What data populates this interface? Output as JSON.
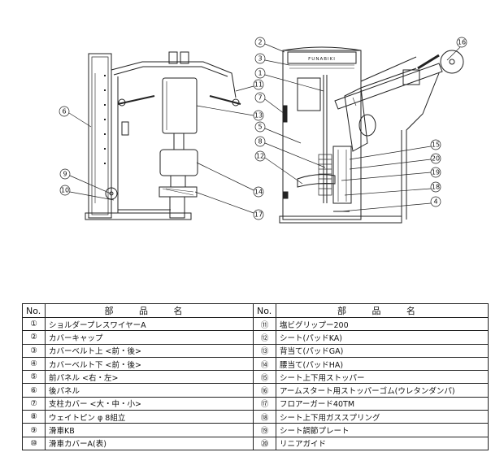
{
  "table": {
    "header": {
      "no": "No.",
      "name": "部 品 名"
    },
    "left": [
      {
        "no": "①",
        "name": "ショルダープレスワイヤーA"
      },
      {
        "no": "②",
        "name": "カバーキャップ"
      },
      {
        "no": "③",
        "name": "カバーベルト上 <前・後>"
      },
      {
        "no": "④",
        "name": "カバーベルト下 <前・後>"
      },
      {
        "no": "⑤",
        "name": "前パネル <右・左>"
      },
      {
        "no": "⑥",
        "name": "後パネル"
      },
      {
        "no": "⑦",
        "name": "支柱カバー <大・中・小>"
      },
      {
        "no": "⑧",
        "name": "ウェイトピン φ 8組立"
      },
      {
        "no": "⑨",
        "name": "滑車KB"
      },
      {
        "no": "⑩",
        "name": "滑車カバーA(表)"
      }
    ],
    "right": [
      {
        "no": "⑪",
        "name": "塩ビグリップー200"
      },
      {
        "no": "⑫",
        "name": "シート(パッドKA)"
      },
      {
        "no": "⑬",
        "name": "背当て(パッドGA)"
      },
      {
        "no": "⑭",
        "name": "腰当て(パッドHA)"
      },
      {
        "no": "⑮",
        "name": "シート上下用ストッパー"
      },
      {
        "no": "⑯",
        "name": "アームスタート用ストッパーゴム(ウレタンダンパ)"
      },
      {
        "no": "⑰",
        "name": "フロアーガード40TM"
      },
      {
        "no": "⑱",
        "name": "シート上下用ガススプリング"
      },
      {
        "no": "⑲",
        "name": "シート調節プレート"
      },
      {
        "no": "⑳",
        "name": "リニアガイド"
      }
    ]
  },
  "callouts": {
    "c1": "1",
    "c2": "2",
    "c3": "3",
    "c4": "4",
    "c5": "5",
    "c6": "6",
    "c7": "7",
    "c8": "8",
    "c9": "9",
    "c10": "10",
    "c11": "11",
    "c12": "12",
    "c13": "13",
    "c14": "14",
    "c15": "15",
    "c16": "16",
    "c17": "17",
    "c18": "18",
    "c19": "19",
    "c20": "20"
  },
  "brand_label": "FUNABIKI"
}
